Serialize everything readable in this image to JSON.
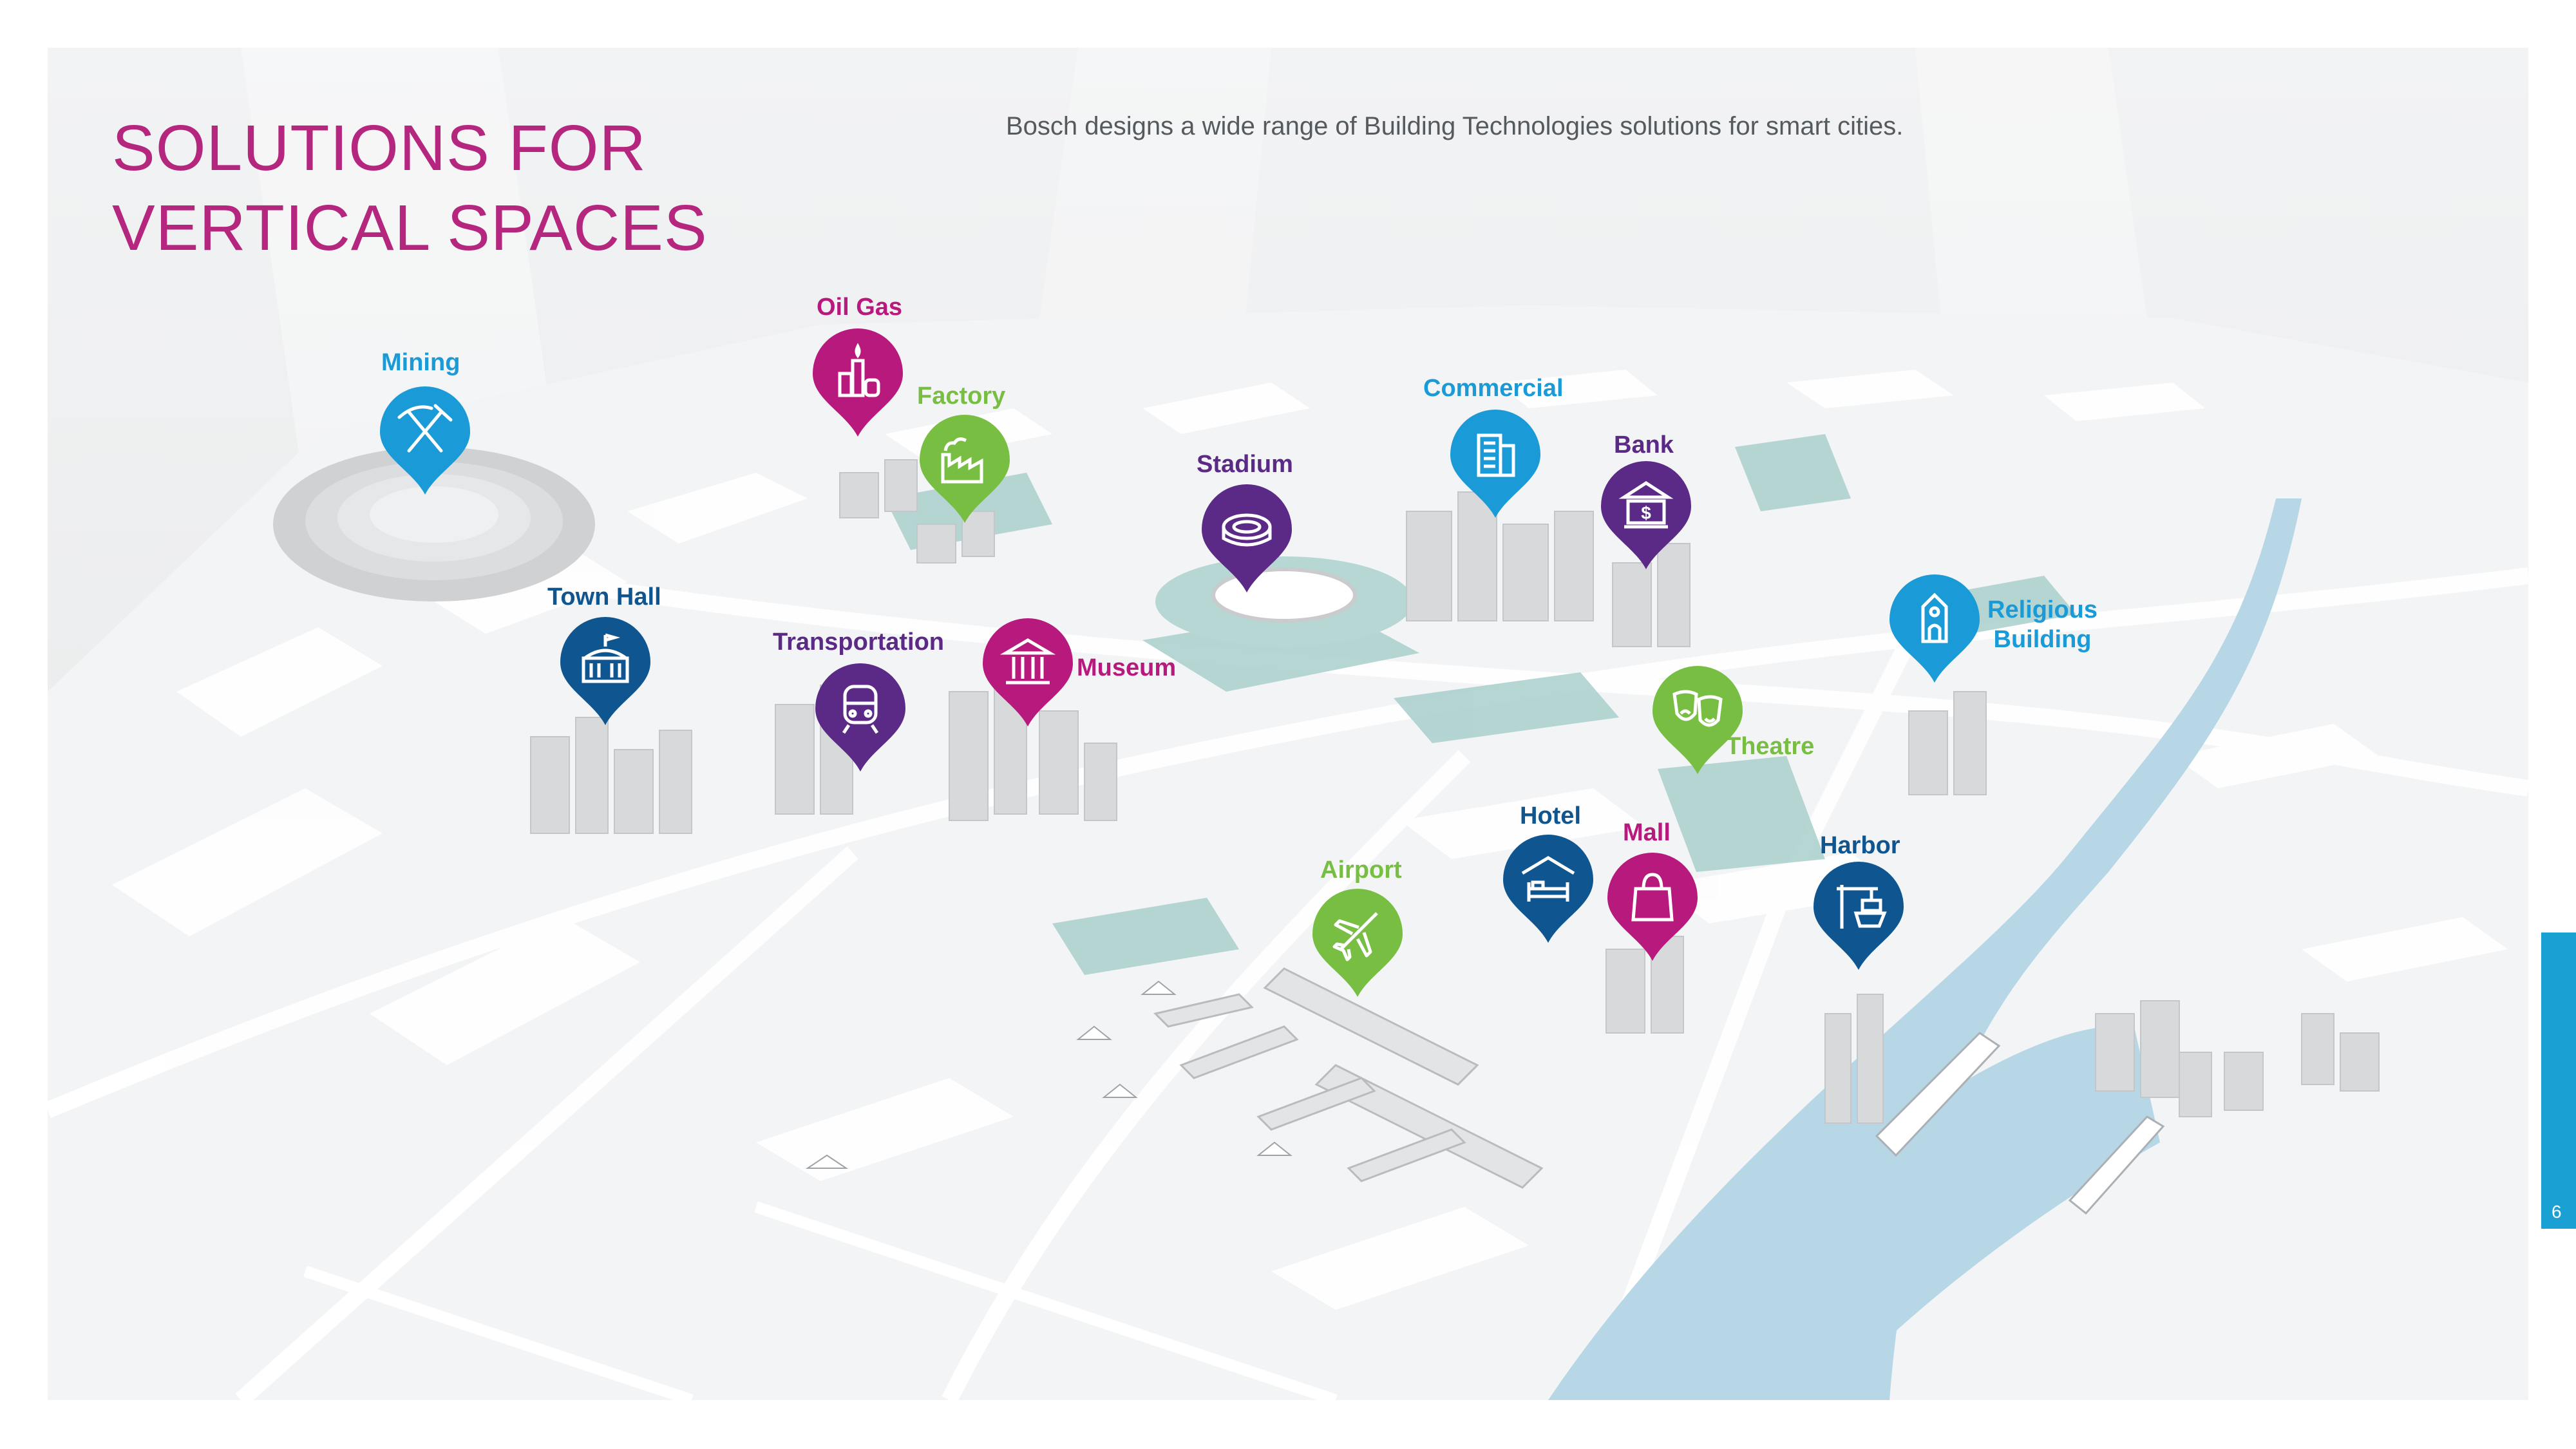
{
  "slide": {
    "title_line1": "SOLUTIONS FOR",
    "title_line2": "VERTICAL SPACES",
    "subtitle": "Bosch designs a wide range of Building Technologies solutions for smart cities.",
    "page_number": "6"
  },
  "colors": {
    "blue": "#1a9ad6",
    "dark_blue": "#0f5690",
    "purple": "#5b2a86",
    "magenta": "#b8197c",
    "green": "#78be43",
    "water": "#b7d7e6",
    "accent_tab": "#1aa0d3"
  },
  "pins": [
    {
      "id": "mining",
      "label": "Mining",
      "color": "blue",
      "icon": "pickaxe-hammer-icon"
    },
    {
      "id": "oil-gas",
      "label": "Oil Gas",
      "color": "magenta",
      "icon": "oil-gas-icon"
    },
    {
      "id": "factory",
      "label": "Factory",
      "color": "green",
      "icon": "factory-icon"
    },
    {
      "id": "stadium",
      "label": "Stadium",
      "color": "purple",
      "icon": "stadium-icon"
    },
    {
      "id": "commercial",
      "label": "Commercial",
      "color": "blue",
      "icon": "office-building-icon"
    },
    {
      "id": "bank",
      "label": "Bank",
      "color": "purple",
      "icon": "bank-icon"
    },
    {
      "id": "town-hall",
      "label": "Town Hall",
      "color": "dark_blue",
      "icon": "town-hall-icon"
    },
    {
      "id": "transportation",
      "label": "Transportation",
      "color": "purple",
      "icon": "train-icon"
    },
    {
      "id": "museum",
      "label": "Museum",
      "color": "magenta",
      "icon": "museum-icon"
    },
    {
      "id": "religious",
      "label": "Religious Building",
      "label_line1": "Religious",
      "label_line2": "Building",
      "color": "blue",
      "icon": "church-icon"
    },
    {
      "id": "theatre",
      "label": "Theatre",
      "color": "green",
      "icon": "theatre-masks-icon"
    },
    {
      "id": "hotel",
      "label": "Hotel",
      "color": "dark_blue",
      "icon": "hotel-bed-icon"
    },
    {
      "id": "mall",
      "label": "Mall",
      "color": "magenta",
      "icon": "shopping-bag-icon"
    },
    {
      "id": "airport",
      "label": "Airport",
      "color": "green",
      "icon": "airplane-icon"
    },
    {
      "id": "harbor",
      "label": "Harbor",
      "color": "dark_blue",
      "icon": "harbor-crane-icon"
    }
  ]
}
